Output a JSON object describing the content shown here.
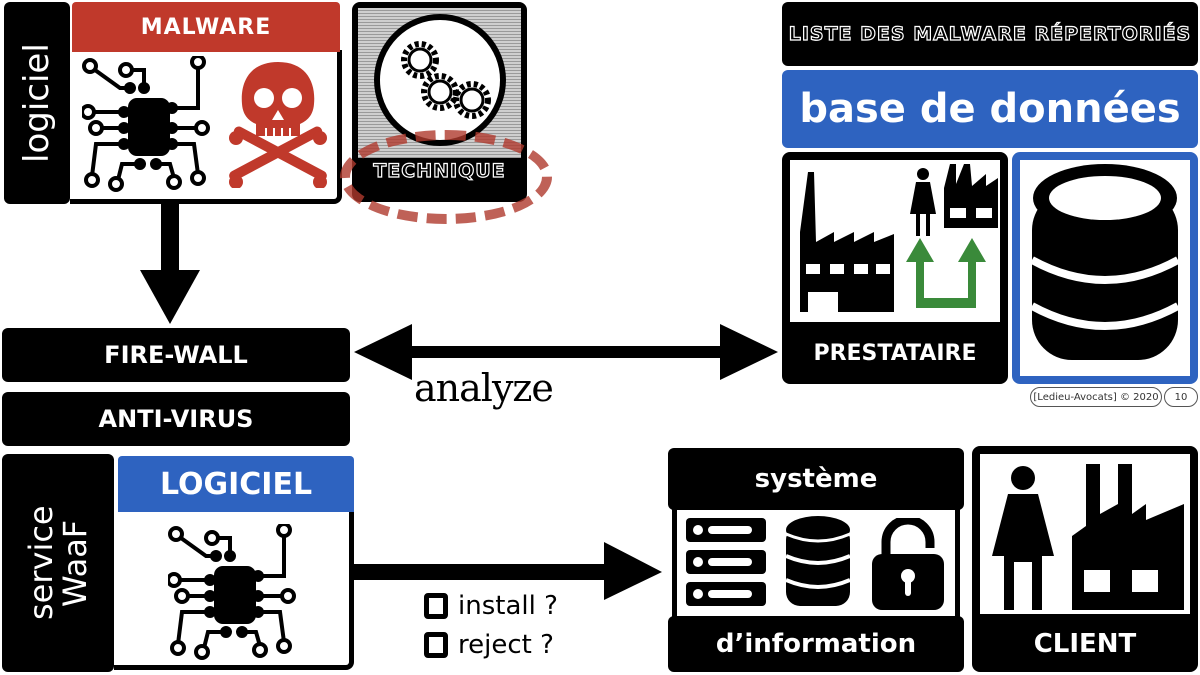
{
  "top_left_card": {
    "side_label": "logiciel",
    "header": "MALWARE",
    "header_color": "#c0392b",
    "icons": [
      "circuit-chip-icon",
      "skull-crossbones-icon"
    ]
  },
  "technique_card": {
    "label": "TECHNIQUE",
    "icon": "gears-icon",
    "highlight_color": "#b03a2e"
  },
  "database_panel": {
    "title": "LISTE DES MALWARE RÉPERTORIÉS",
    "subtitle": "base de données",
    "accent": "#2e63c0",
    "prestataire_label": "PRESTATAIRE",
    "icons": [
      "factory-icon",
      "woman-icon",
      "small-factory-icon",
      "green-arrows-icon",
      "database-icon"
    ]
  },
  "footer": {
    "copyright": "[Ledieu-Avocats] © 2020",
    "page_number": "10"
  },
  "defenses": {
    "firewall": "FIRE-WALL",
    "antivirus": "ANTI-VIRUS"
  },
  "analyze_label": "analyze",
  "waaf_card": {
    "side_label_line1": "service",
    "side_label_line2": "WaaF",
    "header": "LOGICIEL",
    "header_color": "#2e63c0",
    "icon": "circuit-chip-icon"
  },
  "decision": {
    "options": [
      {
        "label": "install ?",
        "checked": false
      },
      {
        "label": "reject ?",
        "checked": false
      }
    ]
  },
  "info_system": {
    "top_label": "système",
    "bottom_label": "d’information",
    "icons": [
      "server-rack-icon",
      "database-icon",
      "padlock-icon"
    ]
  },
  "client_card": {
    "label": "CLIENT",
    "icons": [
      "woman-icon",
      "factory-icon"
    ]
  }
}
